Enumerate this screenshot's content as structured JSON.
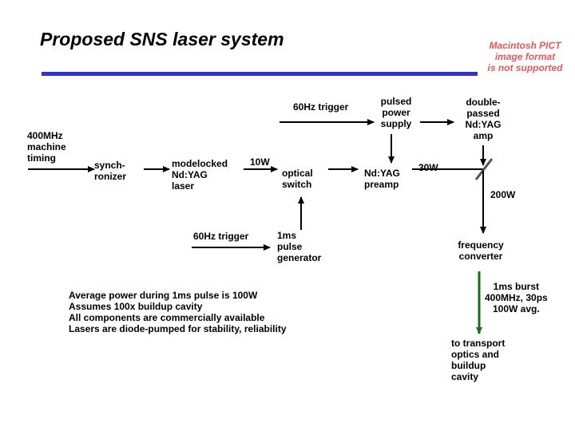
{
  "title": "Proposed SNS laser system",
  "pict_notice": "Macintosh PICT\nimage format\nis not supported",
  "colors": {
    "title_bar": "#3333cc",
    "output_line": "#1b6e1b",
    "pict_notice": "#e05a5a",
    "mirror": "#555555"
  },
  "labels": {
    "trigger_top": "60Hz trigger",
    "timing": "400MHz\nmachine\ntiming",
    "synchronizer": "synch-\nronizer",
    "modelocked": "modelocked\nNd:YAG\nlaser",
    "power_10w": "10W",
    "optical_switch": "optical\nswitch",
    "pulsed_supply": "pulsed\npower\nsupply",
    "preamp": "Nd:YAG\npreamp",
    "power_30w": "30W",
    "amp": "double-\npassed\nNd:YAG\namp",
    "power_200w": "200W",
    "trigger_bottom": "60Hz trigger",
    "pulse_gen": "1ms\npulse\ngenerator",
    "freq_conv": "frequency\nconverter",
    "burst": "1ms burst\n400MHz, 30ps\n100W avg.",
    "transport": "to transport\noptics and\nbuildup\ncavity"
  },
  "notes": [
    "Average power during 1ms pulse is 100W",
    "Assumes 100x buildup cavity",
    "All components are commercially available",
    "Lasers are diode-pumped for stability, reliability"
  ]
}
